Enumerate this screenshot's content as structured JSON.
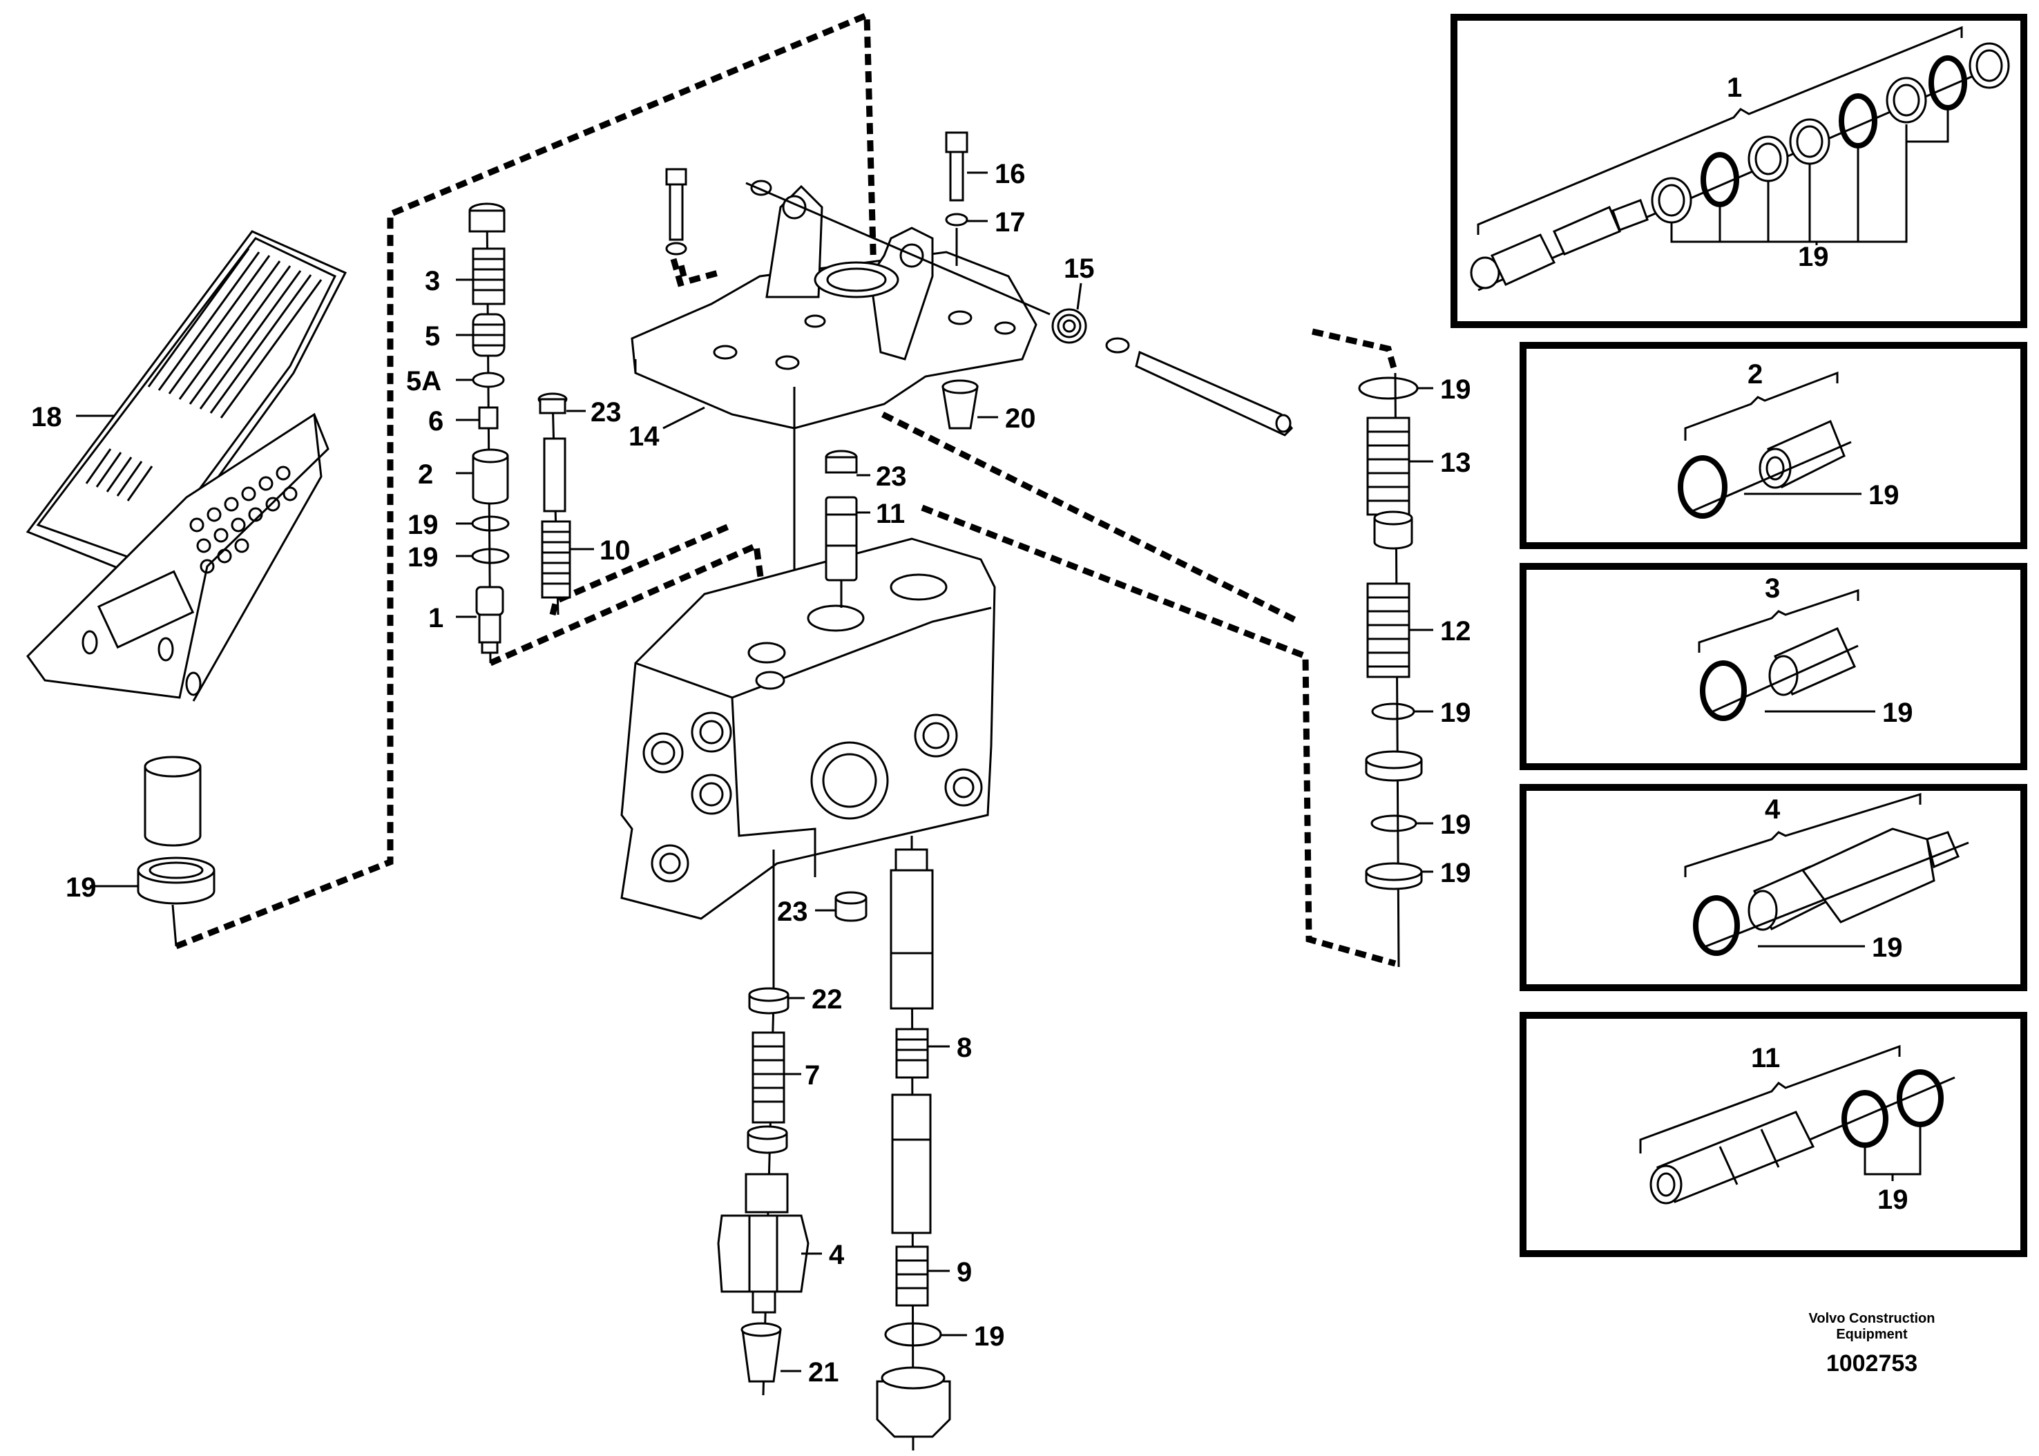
{
  "callouts": {
    "c1": "1",
    "c2": "2",
    "c3": "3",
    "c4": "4",
    "c5": "5",
    "c5a": "5A",
    "c6": "6",
    "c7": "7",
    "c8": "8",
    "c9": "9",
    "c10": "10",
    "c11": "11",
    "c12": "12",
    "c13": "13",
    "c14": "14",
    "c15": "15",
    "c16": "16",
    "c17": "17",
    "c18": "18",
    "c19": "19",
    "c20": "20",
    "c21": "21",
    "c22": "22",
    "c23": "23"
  },
  "detail_boxes": [
    {
      "title": "1",
      "seal_label": "19"
    },
    {
      "title": "2",
      "seal_label": "19"
    },
    {
      "title": "3",
      "seal_label": "19"
    },
    {
      "title": "4",
      "seal_label": "19"
    },
    {
      "title": "11",
      "seal_label": "19"
    }
  ],
  "footer": {
    "company_line1": "Volvo Construction",
    "company_line2": "Equipment",
    "drawing_number": "1002753"
  }
}
